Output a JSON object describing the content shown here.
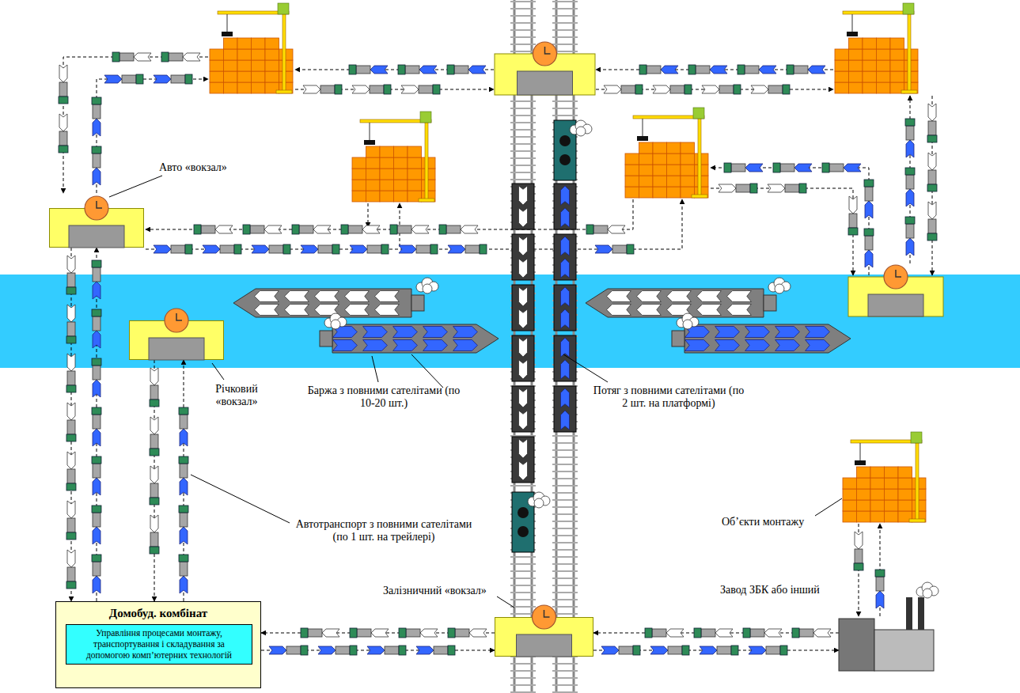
{
  "diagram": {
    "nodes": [
      {
        "text": [
          "Авто «вокзал»"
        ]
      },
      {
        "text": [
          "Річковий «вокзал»"
        ]
      },
      {
        "text": [
          "Домобуд. комбінат"
        ]
      },
      {
        "text": [
          "Управління процесами монтажу, транспортування і складування за допомогою комп’ютерних технологій"
        ],
        "in": 2
      },
      {
        "text": [
          "Залізничний «вокзал»"
        ]
      },
      {
        "text": [
          "Завод ЗБК або інший"
        ]
      }
    ],
    "edges": [
      {
        "from": 0,
        "to": 2,
        "arrow": "to"
      },
      {
        "from": 2,
        "to": 0,
        "arrow": "to"
      },
      {
        "from": 1,
        "to": 2,
        "arrow": "to"
      },
      {
        "from": 2,
        "to": 1,
        "arrow": "to"
      },
      {
        "from": 4,
        "to": 2,
        "arrow": "to"
      },
      {
        "from": 2,
        "to": 4,
        "arrow": "to"
      },
      {
        "from": 5,
        "to": 4,
        "arrow": "to"
      },
      {
        "from": 4,
        "to": 5,
        "arrow": "to"
      }
    ],
    "labels": [
      "Баржа з повними сателітами (по 10-20 шт.)",
      "Потяг з повними сателітами (по 2 шт. на платформі)",
      "Автотранспорт з повними сателітами (по 1 шт. на трейлері)",
      "Об’єкти монтажу"
    ]
  }
}
